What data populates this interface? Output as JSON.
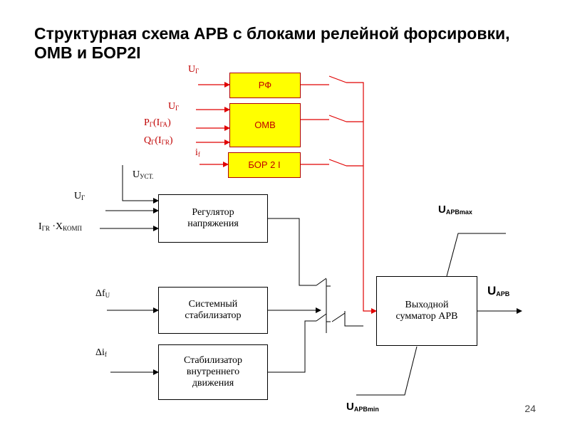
{
  "title": "Структурная схема АРВ с блоками релейной форсировки, ОМВ и БОР2I",
  "page_number": "24",
  "blocks": {
    "rf": "РФ",
    "omv": "ОМВ",
    "bor": "БОР 2 I",
    "regulator": "Регулятор напряжения",
    "system_stab": "Системный стабилизатор",
    "internal_stab": "Стабилизатор внутреннего движения",
    "output_sum": "Выходной сумматор АРВ"
  },
  "inputs": {
    "rf_u": {
      "main": "U",
      "sub": "Г"
    },
    "omv_u": {
      "main": "U",
      "sub": "Г"
    },
    "omv_p": {
      "main": "P",
      "sub": "Г",
      "tail": "(I",
      "tail_sub": "ГА",
      "end": ")"
    },
    "omv_q": {
      "main": "Q",
      "sub": "Г",
      "tail": "(I",
      "tail_sub": "ГR",
      "end": ")"
    },
    "bor_i": {
      "main": "i",
      "sub": "f"
    },
    "u_ust": {
      "main": "U",
      "sub": "УСТ."
    },
    "reg_u": {
      "main": "U",
      "sub": "Г"
    },
    "reg_ix": {
      "main": "I",
      "sub": "ГR",
      "mid": " ·X",
      "mid_sub": "КОМП"
    },
    "delta_f": {
      "main": "Δf",
      "sub": "U"
    },
    "delta_i": {
      "main": "Δi",
      "sub": "f"
    }
  },
  "outputs": {
    "u_arv_max": {
      "main": "U",
      "sub": "АРВmax"
    },
    "u_arv": {
      "main": "U",
      "sub": "АРВ"
    },
    "u_arv_min": {
      "main": "U",
      "sub": "АРВmin"
    }
  }
}
